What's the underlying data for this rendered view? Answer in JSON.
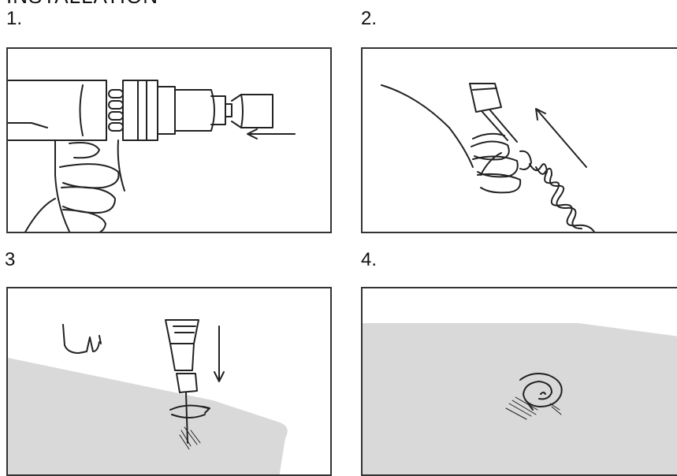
{
  "heading": "INSTALLATION",
  "steps": [
    {
      "number": "1."
    },
    {
      "number": "2."
    },
    {
      "number": "3"
    },
    {
      "number": "4."
    }
  ],
  "colors": {
    "line": "#222222",
    "surface": "#d9d9d9",
    "frame": "#333333"
  }
}
